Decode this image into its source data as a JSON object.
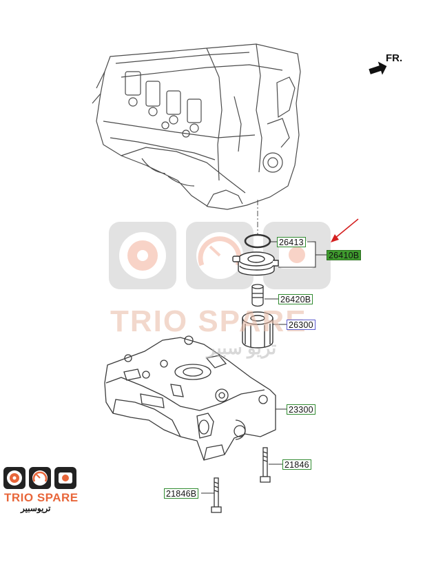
{
  "direction": {
    "label": "FR."
  },
  "parts": [
    {
      "id": "p26413",
      "number": "26413",
      "style": "green"
    },
    {
      "id": "p26410B",
      "number": "26410B",
      "style": "highlight"
    },
    {
      "id": "p26420B",
      "number": "26420B",
      "style": "green"
    },
    {
      "id": "p26300",
      "number": "26300",
      "style": "blue"
    },
    {
      "id": "p23300",
      "number": "23300",
      "style": "green"
    },
    {
      "id": "p21846",
      "number": "21846",
      "style": "green"
    },
    {
      "id": "p21846B",
      "number": "21846B",
      "style": "green"
    }
  ],
  "watermark": {
    "brand": "TRIO SPARE",
    "arabic": "تريو سبير"
  },
  "logo": {
    "brand": "TRIO SPARE",
    "arabic": "تريوسبير"
  },
  "colors": {
    "line": "#4a4a4a",
    "highlight": "#3f9b2e",
    "pointer": "#d42020",
    "brand_orange": "#e8663a"
  }
}
